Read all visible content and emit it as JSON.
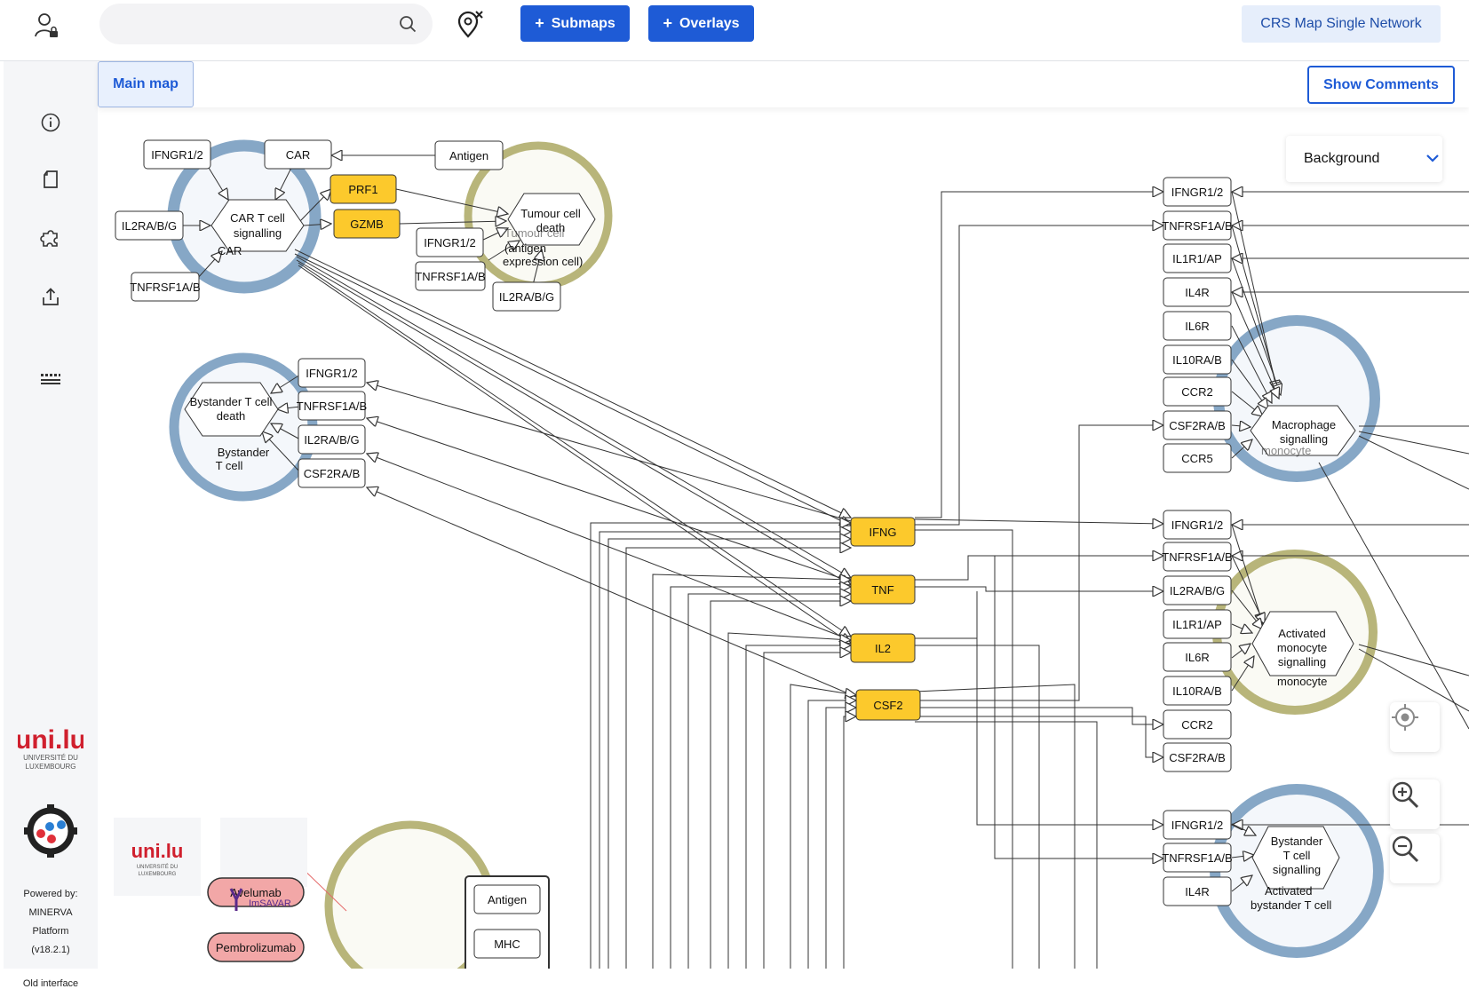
{
  "header": {
    "search": {
      "value": "",
      "placeholder": ""
    },
    "submaps_label": "Submaps",
    "overlays_label": "Overlays",
    "project_name": "CRS Map Single Network"
  },
  "tabs": {
    "main_map": "Main map",
    "show_comments": "Show Comments"
  },
  "sidebar": {
    "icons": [
      "info-icon",
      "legend-icon",
      "plugins-icon",
      "export-icon",
      "keyboard-icon"
    ],
    "powered_by": [
      "Powered by:",
      "MINERVA",
      "Platform",
      "(v18.2.1)"
    ],
    "old_interface": "Old interface",
    "uni_logo": [
      "uni.lu",
      "UNIVERSITÉ DU",
      "LUXEMBOURG"
    ]
  },
  "map": {
    "background_label": "Background",
    "compartments": {
      "car_t_cell": "CAR",
      "tumour_cell": [
        "Tumour cell",
        "(antigen",
        "expression cell)"
      ],
      "bystander_t_cell": [
        "Bystander",
        "T cell"
      ],
      "macrophage": "monocyte",
      "activated_monocyte": "monocyte",
      "activated_bystander": [
        "Activated",
        "bystander T cell"
      ]
    },
    "phenotypes": {
      "car_t_cell_signalling": [
        "CAR T cell",
        "signalling"
      ],
      "tumour_cell_death": [
        "Tumour cell",
        "death"
      ],
      "bystander_t_cell_death": [
        "Bystander T cell",
        "death"
      ],
      "macrophage_signalling": [
        "Macrophage",
        "signalling"
      ],
      "activated_monocyte_signalling": [
        "Activated",
        "monocyte",
        "signalling"
      ],
      "bystander_t_cell_signalling": [
        "Bystander",
        "T cell",
        "signalling"
      ]
    },
    "receptors": {
      "car_cell": [
        "IFNGR1/2",
        "CAR",
        "IL2RA/B/G",
        "TNFRSF1A/B"
      ],
      "tumour": [
        "Antigen",
        "IFNGR1/2",
        "TNFRSF1A/B",
        "IL2RA/B/G"
      ],
      "bystander": [
        "IFNGR1/2",
        "TNFRSF1A/B",
        "IL2RA/B/G",
        "CSF2RA/B"
      ],
      "macrophage": [
        "IFNGR1/2",
        "TNFRSF1A/B",
        "IL1R1/AP",
        "IL4R",
        "IL6R",
        "IL10RA/B",
        "CCR2",
        "CSF2RA/B",
        "CCR5"
      ],
      "activated_monocyte": [
        "IFNGR1/2",
        "TNFRSF1A/B",
        "IL2RA/B/G",
        "IL1R1/AP",
        "IL6R",
        "IL10RA/B",
        "CCR2",
        "CSF2RA/B"
      ],
      "activated_bystander": [
        "IFNGR1/2",
        "TNFRSF1A/B",
        "IL4R"
      ]
    },
    "effectors": [
      "PRF1",
      "GZMB"
    ],
    "cytokines": [
      "IFNG",
      "TNF",
      "IL2",
      "CSF2"
    ],
    "drugs": [
      "Avelumab",
      "Pembrolizumab"
    ],
    "drug_source": "ImSAVAR",
    "apc": [
      "Antigen",
      "MHC"
    ]
  },
  "colors": {
    "primary": "#1e5bd6",
    "cytokine_fill": "#fcc92c",
    "t_cell_ring": "#86a7c6",
    "tumour_ring": "#b8b57a",
    "drug_fill": "#f2a7a7"
  }
}
